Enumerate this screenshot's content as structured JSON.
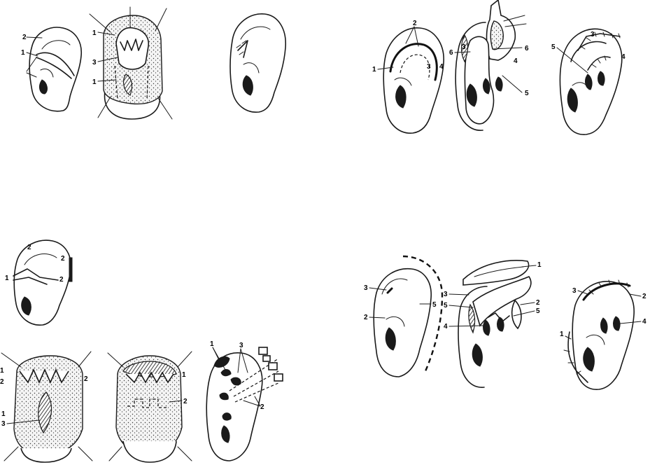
{
  "panels": {
    "a1": {
      "labels": [
        "2",
        "1"
      ]
    },
    "a2": {
      "labels": [
        "1",
        "3",
        "1"
      ]
    },
    "b1": {
      "labels": [
        "2",
        "1",
        "3",
        "4"
      ]
    },
    "b2": {
      "labels": [
        "3",
        "6",
        "6",
        "4",
        "5"
      ]
    },
    "b3": {
      "labels": [
        "5",
        "3",
        "4"
      ]
    },
    "c1": {
      "labels": [
        "2",
        "2",
        "1",
        "2"
      ]
    },
    "c2": {
      "labels": [
        "1",
        "2",
        "2",
        "1",
        "3"
      ]
    },
    "c3": {
      "labels": [
        "1",
        "2"
      ]
    },
    "c4": {
      "labels": [
        "1",
        "3",
        "2"
      ]
    },
    "d1": {
      "labels": [
        "3",
        "2",
        "5"
      ]
    },
    "d2": {
      "labels": [
        "1",
        "3",
        "5",
        "2",
        "5",
        "4"
      ]
    },
    "d3": {
      "labels": [
        "3",
        "2",
        "1",
        "4"
      ]
    }
  }
}
